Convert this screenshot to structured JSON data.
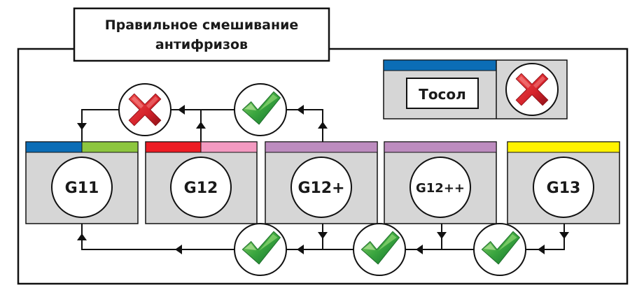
{
  "title": {
    "line1": "Правильное смешивание",
    "line2": "антифризов"
  },
  "legend": {
    "label": "Тосол",
    "bar_color": "#0b6db6",
    "status": "incompatible",
    "status_icon": "red-cross-icon"
  },
  "antifreezes": [
    {
      "id": "g11",
      "label": "G11",
      "colors": [
        "#0b6db6",
        "#8dc63f"
      ]
    },
    {
      "id": "g12",
      "label": "G12",
      "colors": [
        "#ed1c24",
        "#f49ac1"
      ]
    },
    {
      "id": "g12plus",
      "label": "G12+",
      "colors": [
        "#bd8cbf"
      ]
    },
    {
      "id": "g12plusplus",
      "label": "G12++",
      "colors": [
        "#bd8cbf"
      ]
    },
    {
      "id": "g13",
      "label": "G13",
      "colors": [
        "#fff200"
      ]
    }
  ],
  "connections": [
    {
      "from": "G12+",
      "to": "G12",
      "result": "compatible",
      "icon": "green-check-icon",
      "route": "top"
    },
    {
      "from": "G12",
      "to": "G11",
      "result": "incompatible",
      "icon": "red-cross-icon",
      "route": "top"
    },
    {
      "from": "G13",
      "to": "G12++",
      "result": "compatible",
      "icon": "green-check-icon",
      "route": "bottom"
    },
    {
      "from": "G12++",
      "to": "G12+",
      "result": "compatible",
      "icon": "green-check-icon",
      "route": "bottom"
    },
    {
      "from": "G12+",
      "to": "G11",
      "result": "compatible",
      "icon": "green-check-icon",
      "route": "bottom"
    }
  ],
  "colors": {
    "card_fill": "#d6d6d6",
    "line": "#111111",
    "check_green": "#2e9a3a",
    "cross_red": "#d7262b"
  }
}
